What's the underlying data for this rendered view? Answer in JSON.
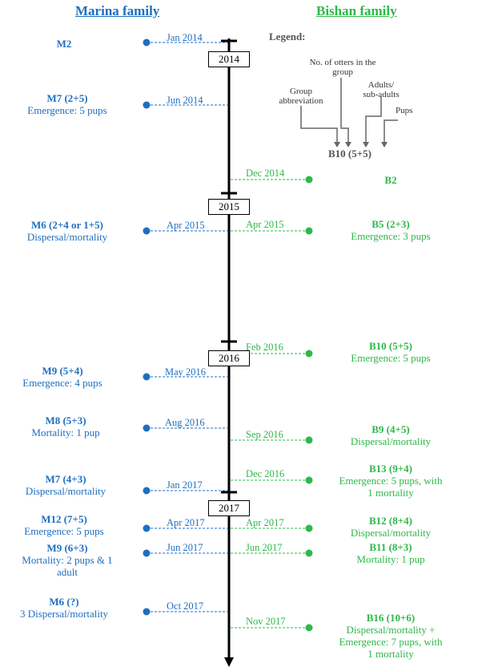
{
  "headers": {
    "left": "Marina family",
    "right": "Bishan family"
  },
  "legend": {
    "title": "Legend:",
    "total_label": "No. of otters in the group",
    "group_label": "Group abbreviation",
    "adults_label": "Adults/ sub-adults",
    "pups_label": "Pups",
    "example": "B10 (5+5)"
  },
  "years": [
    "2014",
    "2015",
    "2016",
    "2017"
  ],
  "marina": [
    {
      "title": "M2",
      "desc": "",
      "date": "Jan 2014"
    },
    {
      "title": "M7 (2+5)",
      "desc": "Emergence: 5 pups",
      "date": "Jun 2014"
    },
    {
      "title": "M6 (2+4 or 1+5)",
      "desc": "Dispersal/mortality",
      "date": "Apr 2015"
    },
    {
      "title": "M9 (5+4)",
      "desc": "Emergence: 4 pups",
      "date": "May 2016"
    },
    {
      "title": "M8 (5+3)",
      "desc": "Mortality: 1 pup",
      "date": "Aug 2016"
    },
    {
      "title": "M7 (4+3)",
      "desc": "Dispersal/mortality",
      "date": "Jan 2017"
    },
    {
      "title": "M12 (7+5)",
      "desc": "Emergence: 5 pups",
      "date": "Apr 2017"
    },
    {
      "title": "M9 (6+3)",
      "desc": "Mortality: 2 pups & 1 adult",
      "date": "Jun 2017"
    },
    {
      "title": "M6 (?)",
      "desc": "3 Dispersal/mortality",
      "date": "Oct 2017"
    }
  ],
  "bishan": [
    {
      "title": "B2",
      "desc": "",
      "date": "Dec 2014"
    },
    {
      "title": "B5 (2+3)",
      "desc": "Emergence: 3 pups",
      "date": "Apr 2015"
    },
    {
      "title": "B10 (5+5)",
      "desc": "Emergence: 5 pups",
      "date": "Feb 2016"
    },
    {
      "title": "B9 (4+5)",
      "desc": "Dispersal/mortality",
      "date": "Sep 2016"
    },
    {
      "title": "B13 (9+4)",
      "desc": "Emergence: 5 pups, with 1 mortality",
      "date": "Dec 2016"
    },
    {
      "title": "B12 (8+4)",
      "desc": "Dispersal/mortality",
      "date": "Apr 2017"
    },
    {
      "title": "B11 (8+3)",
      "desc": "Mortality: 1 pup",
      "date": "Jun 2017"
    },
    {
      "title": "B16 (10+6)",
      "desc": "Dispersal/mortality + Emergence: 7 pups, with 1 mortality",
      "date": "Nov 2017"
    }
  ],
  "colors": {
    "marina": "#1e6fc0",
    "bishan": "#2eb84a",
    "axis": "#000000"
  }
}
